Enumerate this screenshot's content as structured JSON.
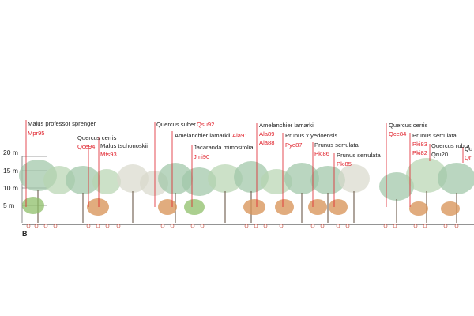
{
  "panel_label": "B",
  "scale_labels": [
    "20 m",
    "15 m",
    "10 m",
    "5 m"
  ],
  "species": [
    {
      "name": "Malus professor sprenger",
      "code": "Mpr95"
    },
    {
      "name": "Quercus cerris",
      "code": "Qce94"
    },
    {
      "name": "Malus tschonoskii",
      "code": "Mts93"
    },
    {
      "name": "Quercus suber",
      "code": "Qsu92"
    },
    {
      "name": "Amelanchier lamarkii",
      "code": "Ala91"
    },
    {
      "name": "Jacaranda mimosifolia",
      "code": "Jmi90"
    },
    {
      "name": "Amelanchier lamarkii",
      "code": "Ala89"
    },
    {
      "name": "",
      "code": "Ala88"
    },
    {
      "name": "Prunus x yedoensis",
      "code": "Pye87"
    },
    {
      "name": "Prunus serrulata",
      "code": "Pki86"
    },
    {
      "name": "Prunus serrulata",
      "code": "Pki85"
    },
    {
      "name": "Quercus cerris",
      "code": "Qce84"
    },
    {
      "name": "Prunus serrulata",
      "code": "Pki83"
    },
    {
      "name": "",
      "code": "Pki82"
    },
    {
      "name": "Quercus rubra",
      "code": "Qru20"
    },
    {
      "name": "Qu",
      "code": "Qr"
    }
  ]
}
